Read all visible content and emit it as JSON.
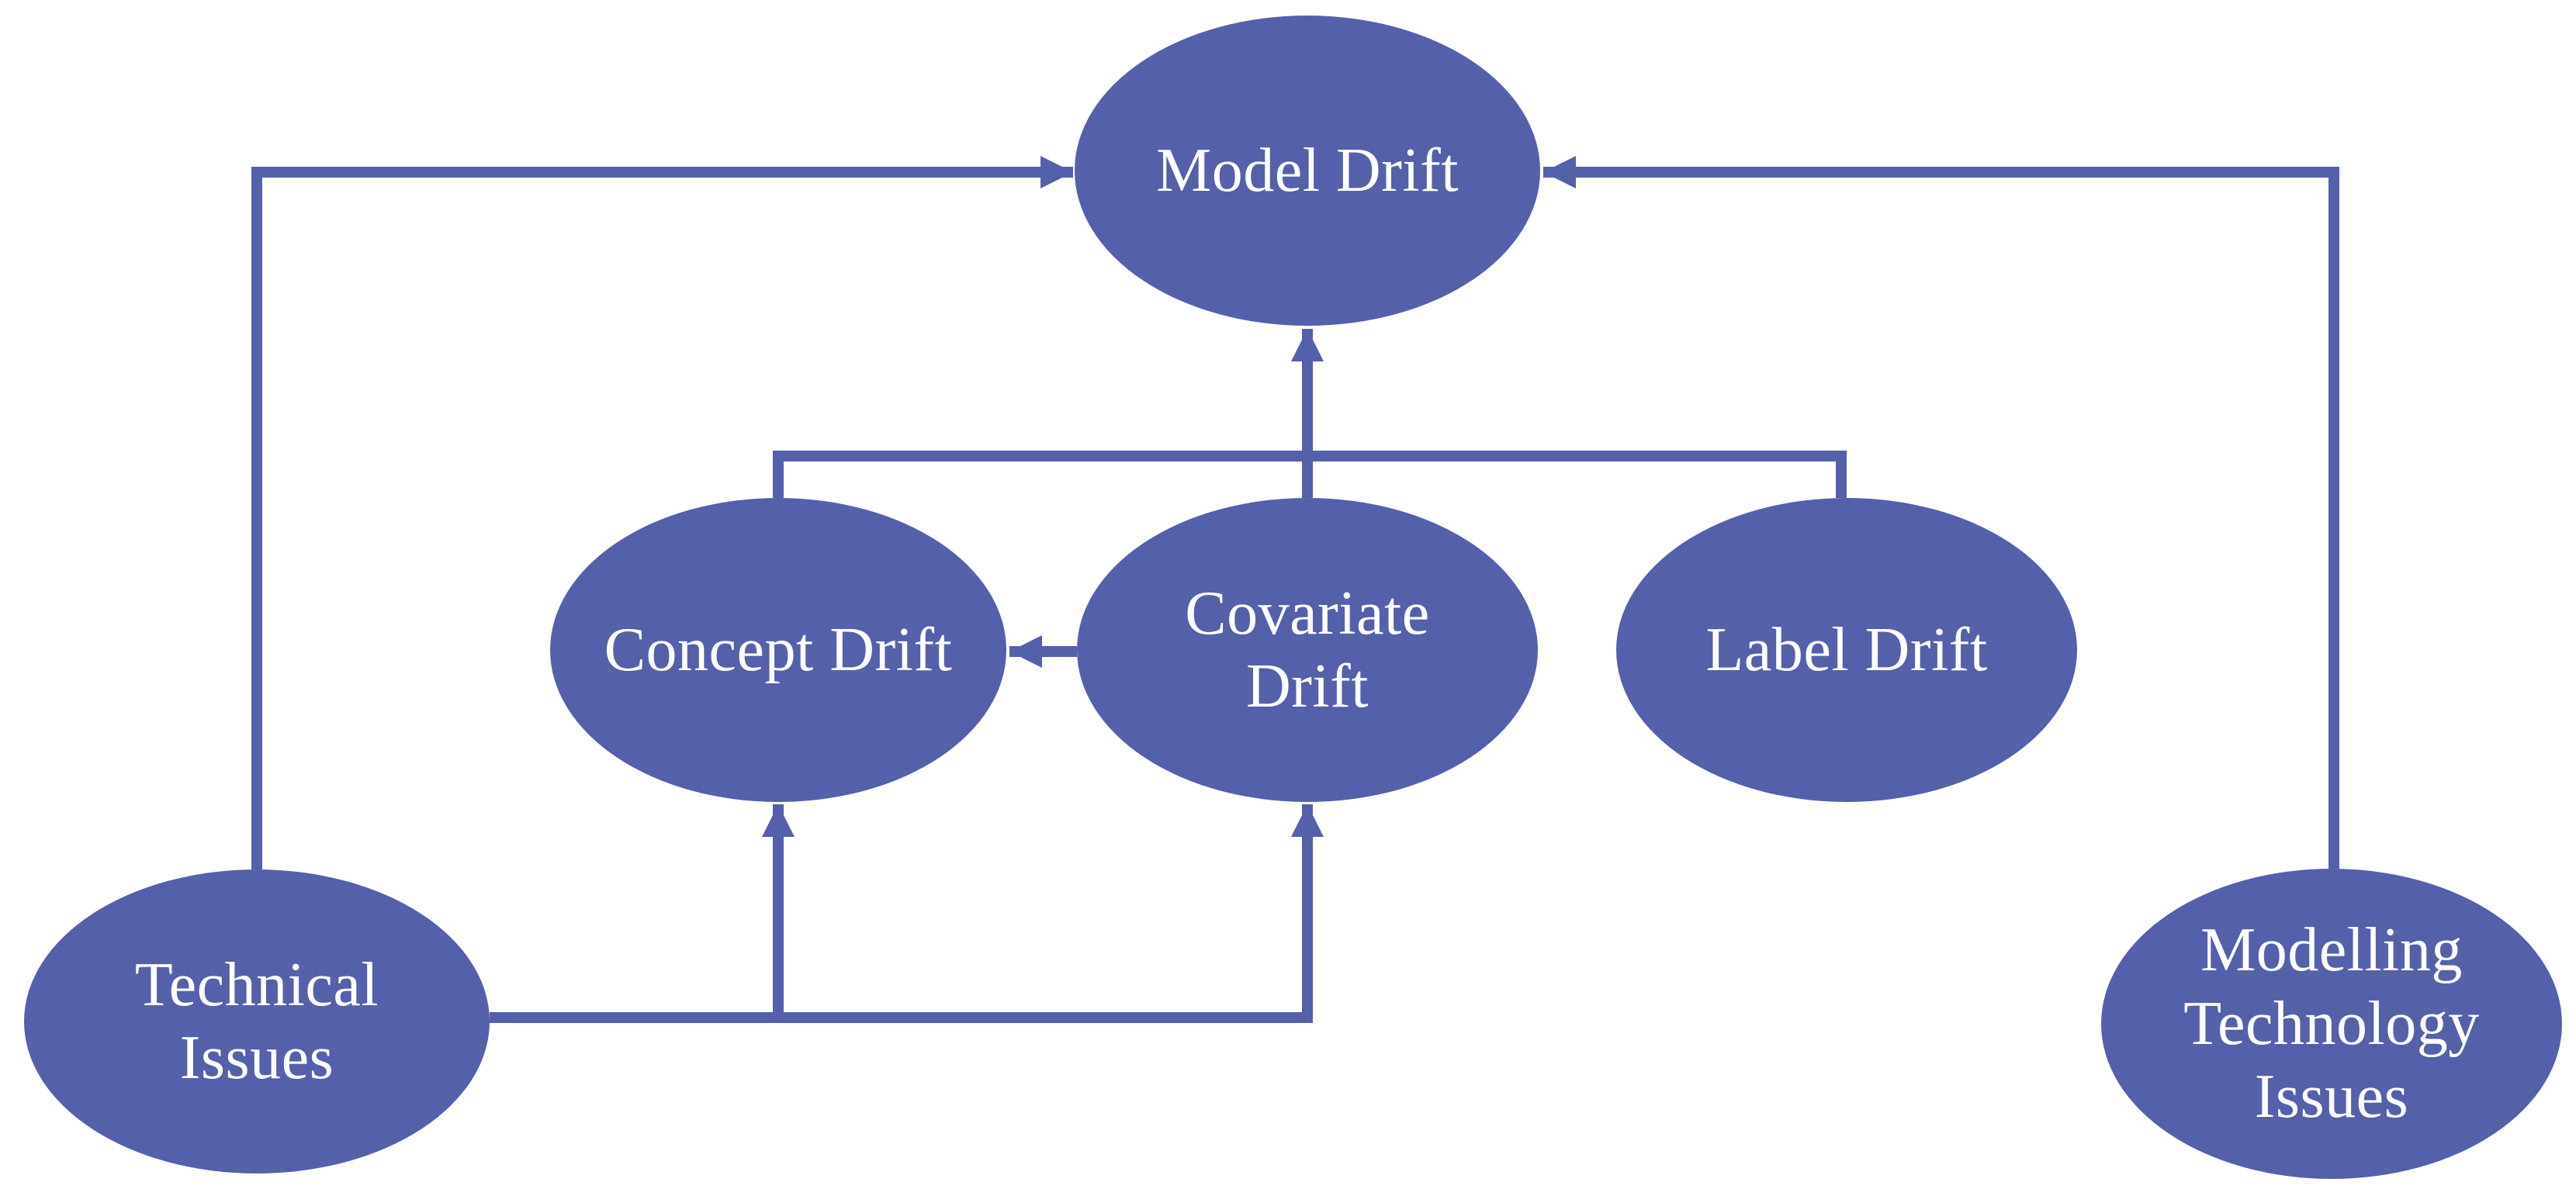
{
  "colors": {
    "node_fill": "#5560ab",
    "edge": "#5560ab",
    "label_text": "#ffffff",
    "background": "#ffffff"
  },
  "nodes": [
    {
      "id": "model-drift",
      "label": "Model Drift"
    },
    {
      "id": "concept-drift",
      "label": "Concept Drift"
    },
    {
      "id": "covariate-drift",
      "label": [
        "Covariate",
        "Drift"
      ]
    },
    {
      "id": "label-drift",
      "label": "Label Drift"
    },
    {
      "id": "technical-issues",
      "label": [
        "Technical",
        "Issues"
      ]
    },
    {
      "id": "modelling-technology-issues",
      "label": [
        "Modelling",
        "Technology",
        "Issues"
      ]
    }
  ],
  "edges": [
    {
      "from": "technical-issues",
      "to": "model-drift",
      "arrow": true,
      "route": "up-left-side-then-right"
    },
    {
      "from": "modelling-technology-issues",
      "to": "model-drift",
      "arrow": true,
      "route": "up-right-side-then-left"
    },
    {
      "from": "covariate-drift",
      "to": "model-drift",
      "arrow": true,
      "route": "straight-up"
    },
    {
      "from": "concept-drift",
      "to": "branch-connector",
      "arrow": false,
      "route": "up-to-rail"
    },
    {
      "from": "label-drift",
      "to": "branch-connector",
      "arrow": false,
      "route": "up-to-rail"
    },
    {
      "from": "covariate-drift",
      "to": "concept-drift",
      "arrow": true,
      "route": "straight-left"
    },
    {
      "from": "technical-issues",
      "to": "concept-drift",
      "arrow": true,
      "route": "right-then-up"
    },
    {
      "from": "technical-issues",
      "to": "covariate-drift",
      "arrow": true,
      "route": "right-then-up"
    }
  ]
}
